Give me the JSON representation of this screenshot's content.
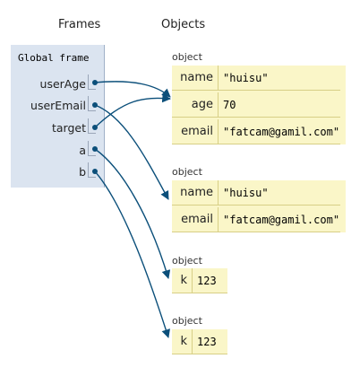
{
  "headers": {
    "frames": "Frames",
    "objects": "Objects"
  },
  "global_frame": {
    "title": "Global frame",
    "vars": [
      "userAge",
      "userEmail",
      "target",
      "a",
      "b"
    ]
  },
  "objects": [
    {
      "label": "object",
      "rows": [
        {
          "key": "name",
          "value": "\"huisu\""
        },
        {
          "key": "age",
          "value": "70"
        },
        {
          "key": "email",
          "value": "\"fatcam@gamil.com\""
        }
      ]
    },
    {
      "label": "object",
      "rows": [
        {
          "key": "name",
          "value": "\"huisu\""
        },
        {
          "key": "email",
          "value": "\"fatcam@gamil.com\""
        }
      ]
    },
    {
      "label": "object",
      "rows": [
        {
          "key": "k",
          "value": "123"
        }
      ]
    },
    {
      "label": "object",
      "rows": [
        {
          "key": "k",
          "value": "123"
        }
      ]
    }
  ],
  "colors": {
    "frame_bg": "#dbe4f0",
    "object_bg": "#faf6c8",
    "arrow": "#0b4f7a"
  }
}
